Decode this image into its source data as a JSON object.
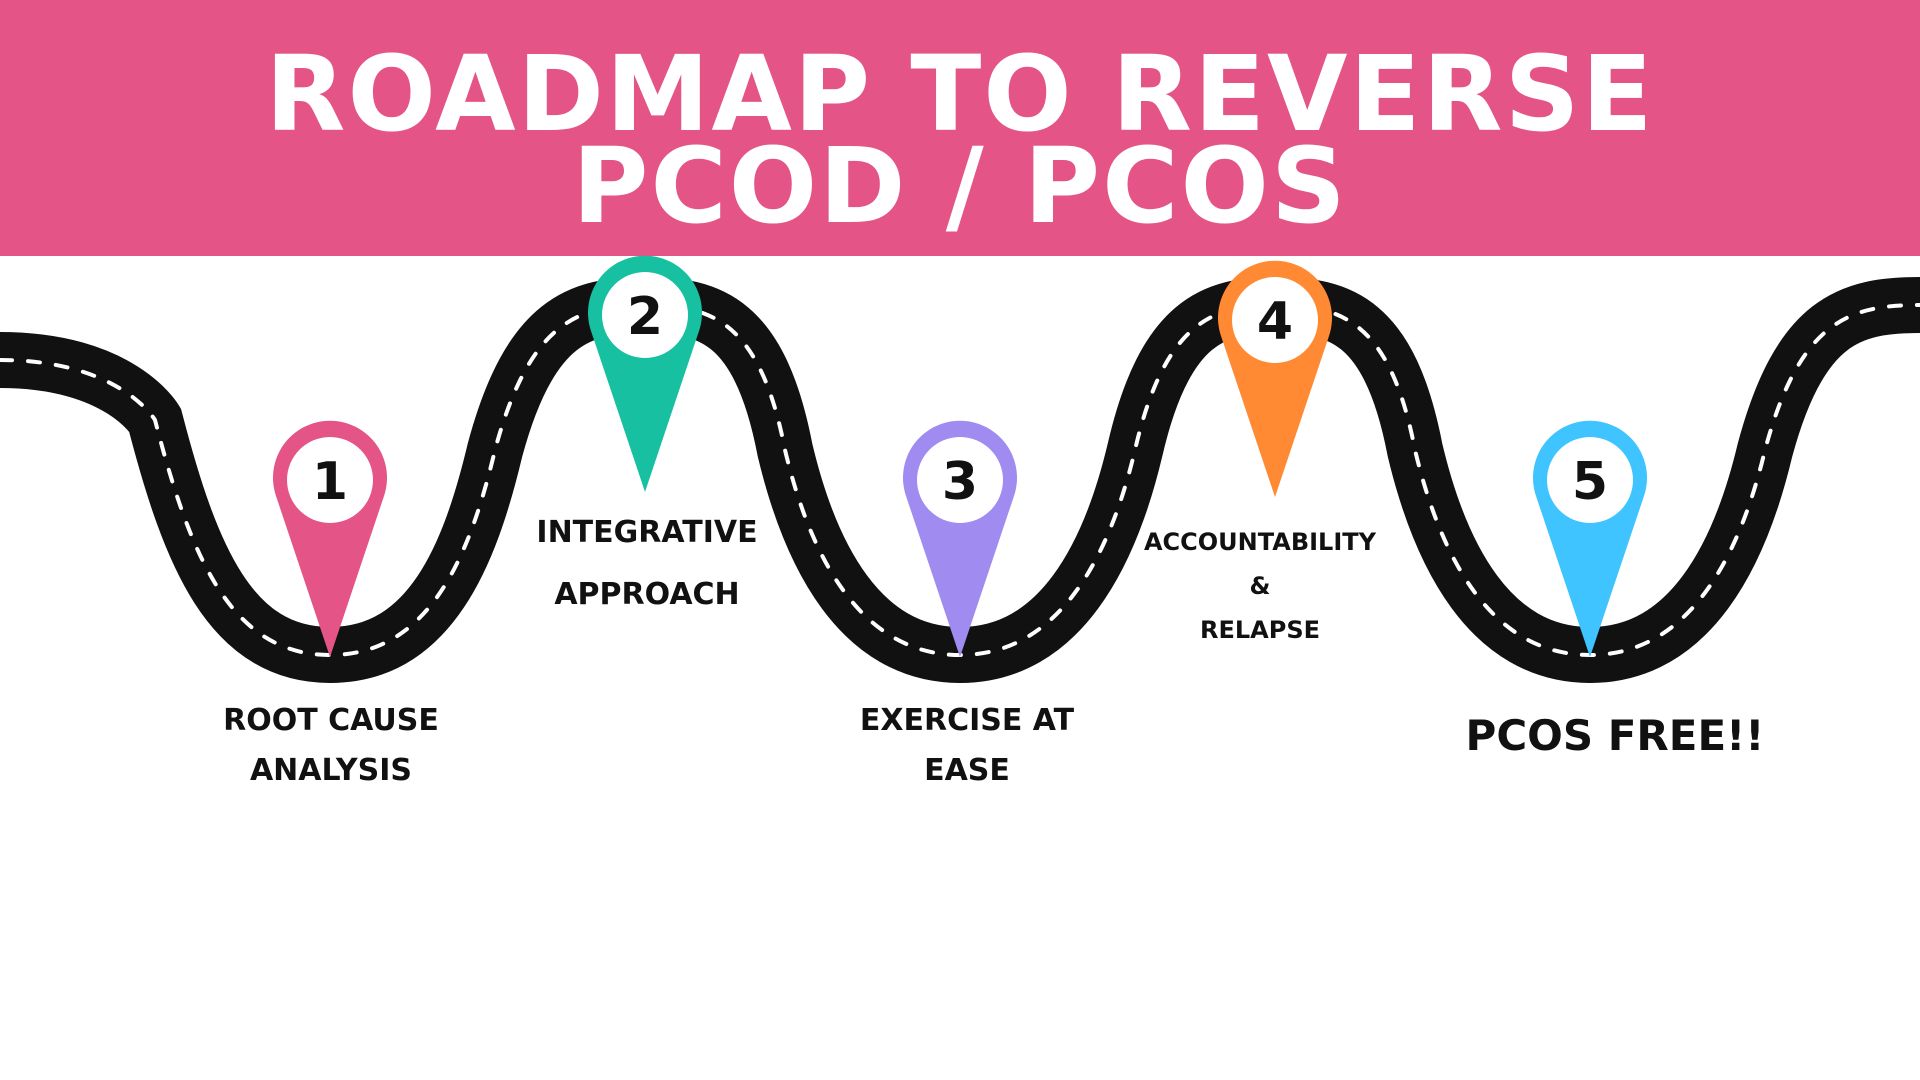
{
  "header": {
    "title_line1": "ROADMAP TO REVERSE",
    "title_line2": "PCOD / PCOS",
    "background": "#e45486"
  },
  "road": {
    "surface": "#111111",
    "lane_marks": "#ffffff"
  },
  "steps": [
    {
      "number": "1",
      "color": "#e45486",
      "lines": [
        "ROOT CAUSE",
        "ANALYSIS"
      ]
    },
    {
      "number": "2",
      "color": "#17c0a0",
      "lines": [
        "INTEGRATIVE",
        "APPROACH"
      ]
    },
    {
      "number": "3",
      "color": "#a08cf0",
      "lines": [
        "EXERCISE AT",
        "EASE"
      ]
    },
    {
      "number": "4",
      "color": "#ff8a33",
      "lines": [
        "ACCOUNTABILITY",
        "&",
        "RELAPSE"
      ]
    },
    {
      "number": "5",
      "color": "#3fc4ff",
      "lines": [
        "PCOS FREE!!"
      ]
    }
  ]
}
